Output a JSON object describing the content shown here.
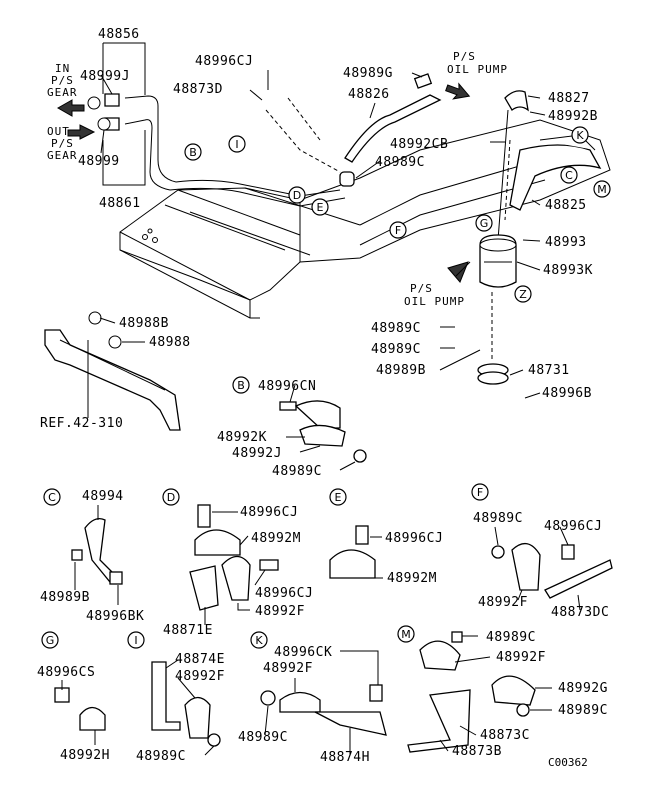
{
  "parts": {
    "p48856": "48856",
    "p48999J": "48999J",
    "p48999": "48999",
    "p48861": "48861",
    "p48996CJ_top": "48996CJ",
    "p48873D": "48873D",
    "p48989G": "48989G",
    "p48826": "48826",
    "p48827": "48827",
    "p48992B": "48992B",
    "p48992CB": "48992CB",
    "p48989C_top": "48989C",
    "p48825": "48825",
    "p48993": "48993",
    "p48993K": "48993K",
    "p48988B": "48988B",
    "p48988": "48988",
    "p48989C_a": "48989C",
    "p48989C_b": "48989C",
    "p48989B_z": "48989B",
    "p48731": "48731",
    "p48996B": "48996B",
    "p48996CN": "48996CN",
    "p48992K": "48992K",
    "p48992J": "48992J",
    "p48989C_B": "48989C",
    "p48994": "48994",
    "p48989B_C": "48989B",
    "p48996BK": "48996BK",
    "p48996CJ_D": "48996CJ",
    "p48992M_D": "48992M",
    "p48996CJ_D2": "48996CJ",
    "p48871E": "48871E",
    "p48992F_D": "48992F",
    "p48996CJ_E": "48996CJ",
    "p48992M_E": "48992M",
    "p48989C_F": "48989C",
    "p48996CJ_F": "48996CJ",
    "p48992F_F": "48992F",
    "p48873DC": "48873DC",
    "p48996CS": "48996CS",
    "p48992H": "48992H",
    "p48874E": "48874E",
    "p48992F_I": "48992F",
    "p48989C_I": "48989C",
    "p48996CK": "48996CK",
    "p48992F_K": "48992F",
    "p48989C_K": "48989C",
    "p48874H": "48874H",
    "p48989C_M": "48989C",
    "p48992F_M": "48992F",
    "p48992G": "48992G",
    "p48989C_M2": "48989C",
    "p48873C": "48873C",
    "p48873B": "48873B"
  },
  "labels": {
    "in_1": "IN",
    "in_2": "P/S",
    "in_3": "GEAR",
    "out_1": "OUT",
    "out_2": "P/S",
    "out_3": "GEAR",
    "pump_top_1": "P/S",
    "pump_top_2": "OIL PUMP",
    "pump_mid_1": "P/S",
    "pump_mid_2": "OIL PUMP",
    "ref": "REF.42-310",
    "code": "C00362"
  },
  "callouts": {
    "B": "B",
    "C": "C",
    "D": "D",
    "E": "E",
    "F": "F",
    "G": "G",
    "I": "I",
    "K": "K",
    "M": "M",
    "Z": "Z"
  }
}
